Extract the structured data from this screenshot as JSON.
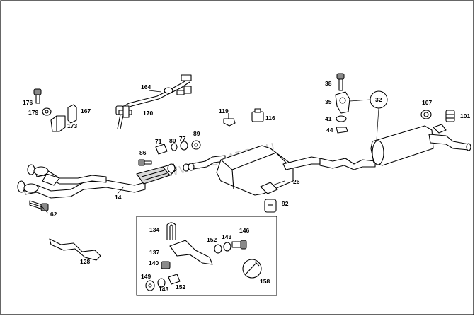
{
  "watermark": "WWW.ILCATS.RU",
  "callouts": {
    "c14": "14",
    "c26": "26",
    "c32": "32",
    "c35": "35",
    "c38": "38",
    "c41": "41",
    "c44": "44",
    "c62": "62",
    "c71": "71",
    "c77": "77",
    "c80": "80",
    "c86": "86",
    "c89": "89",
    "c92": "92",
    "c101": "101",
    "c107": "107",
    "c116": "116",
    "c119": "119",
    "c128": "128",
    "c134": "134",
    "c137": "137",
    "c140": "140",
    "c143a": "143",
    "c143b": "143",
    "c146": "146",
    "c149": "149",
    "c152a": "152",
    "c152b": "152",
    "c158": "158",
    "c164": "164",
    "c167": "167",
    "c170": "170",
    "c173": "173",
    "c176": "176",
    "c179": "179"
  }
}
